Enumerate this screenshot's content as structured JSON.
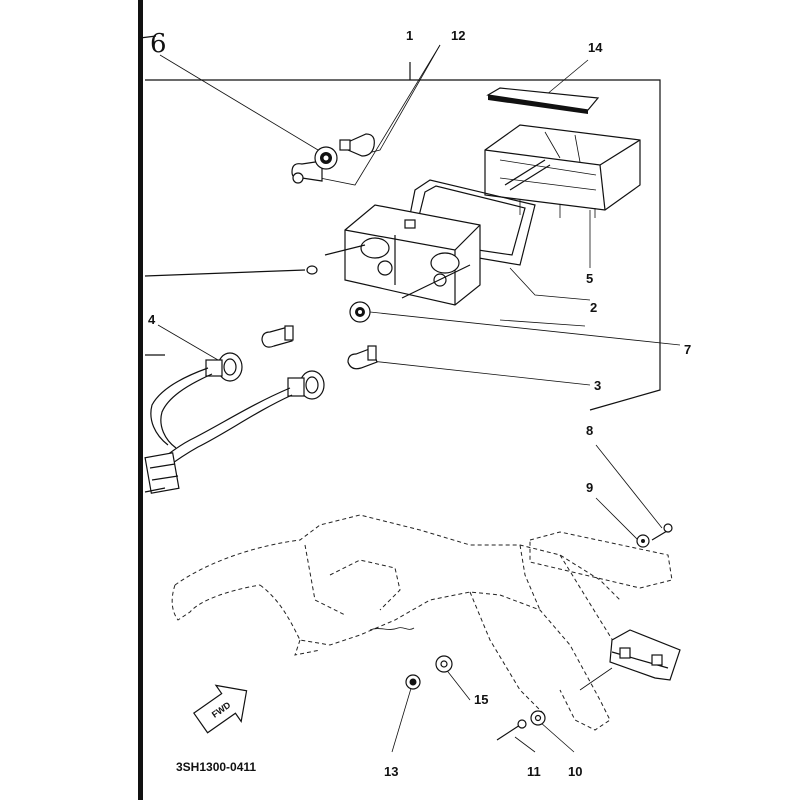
{
  "diagram": {
    "corner_mark": "6",
    "part_code": "3SH1300-0411",
    "fwd_arrow_text": "FWD",
    "callouts": {
      "c1": "1",
      "c2": "2",
      "c3": "3",
      "c4": "4",
      "c5": "5",
      "c7": "7",
      "c8": "8",
      "c9": "9",
      "c10": "10",
      "c11": "11",
      "c12": "12",
      "c13": "13",
      "c14": "14",
      "c15": "15"
    }
  },
  "colors": {
    "ink": "#111111",
    "paper": "#ffffff"
  }
}
